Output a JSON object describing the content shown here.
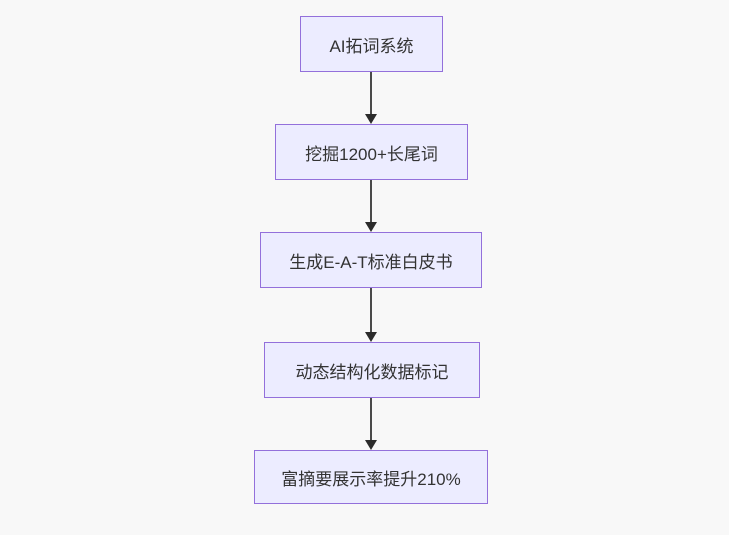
{
  "diagram": {
    "type": "flowchart",
    "direction": "top-down",
    "colors": {
      "node_fill": "#ECECFF",
      "node_border": "#9370DB",
      "text": "#333333",
      "arrow": "#333333",
      "background": "#f8f8f8"
    },
    "nodes": [
      {
        "id": "step-1",
        "label": "AI拓词系统"
      },
      {
        "id": "step-2",
        "label": "挖掘1200+长尾词"
      },
      {
        "id": "step-3",
        "label": "生成E-A-T标准白皮书"
      },
      {
        "id": "step-4",
        "label": "动态结构化数据标记"
      },
      {
        "id": "step-5",
        "label": "富摘要展示率提升210%"
      }
    ],
    "edges": [
      {
        "from": "step-1",
        "to": "step-2",
        "label": ""
      },
      {
        "from": "step-2",
        "to": "step-3",
        "label": ""
      },
      {
        "from": "step-3",
        "to": "step-4",
        "label": ""
      },
      {
        "from": "step-4",
        "to": "step-5",
        "label": ""
      }
    ]
  }
}
